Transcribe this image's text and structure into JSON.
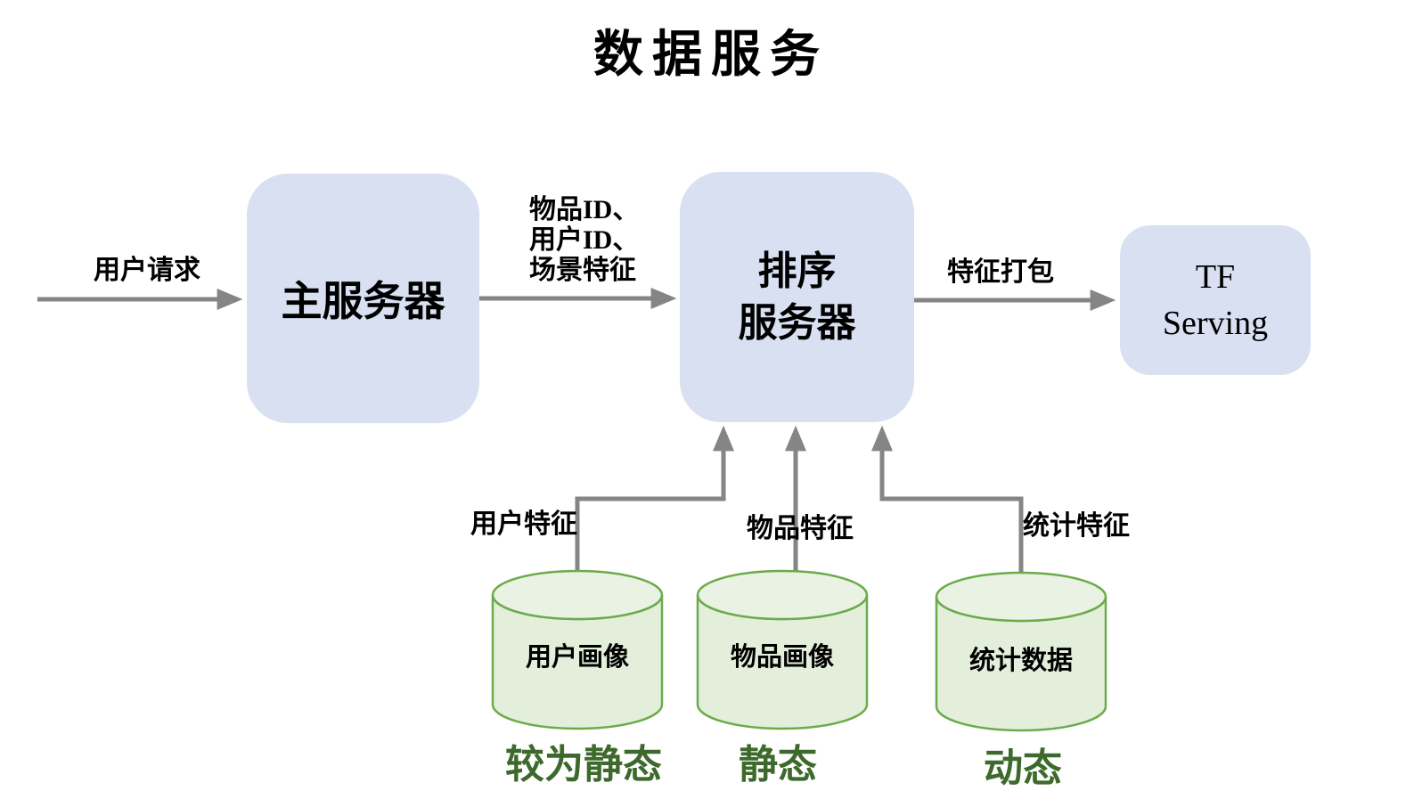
{
  "title": "数据服务",
  "colors": {
    "box_fill": "#d8e0f1",
    "cyl_fill": "#e4efdb",
    "cyl_top_fill": "#eaf3e3",
    "cyl_stroke": "#6cab4c",
    "line": "#858585",
    "green_text": "#3d6a2c",
    "ink": "#000000"
  },
  "nodes": {
    "main_server": {
      "label": "主服务器"
    },
    "rank_server": {
      "label": "排序\n服务器"
    },
    "tf_serving": {
      "label": "TF\nServing"
    }
  },
  "edges": {
    "user_request": "用户请求",
    "ids_features": "物品ID、\n用户ID、\n场景特征",
    "feature_pack": "特征打包",
    "user_feature": "用户特征",
    "item_feature": "物品特征",
    "stat_feature": "统计特征"
  },
  "datastores": [
    {
      "label": "用户画像",
      "caption": "较为静态"
    },
    {
      "label": "物品画像",
      "caption": "静态"
    },
    {
      "label": "统计数据",
      "caption": "动态"
    }
  ]
}
